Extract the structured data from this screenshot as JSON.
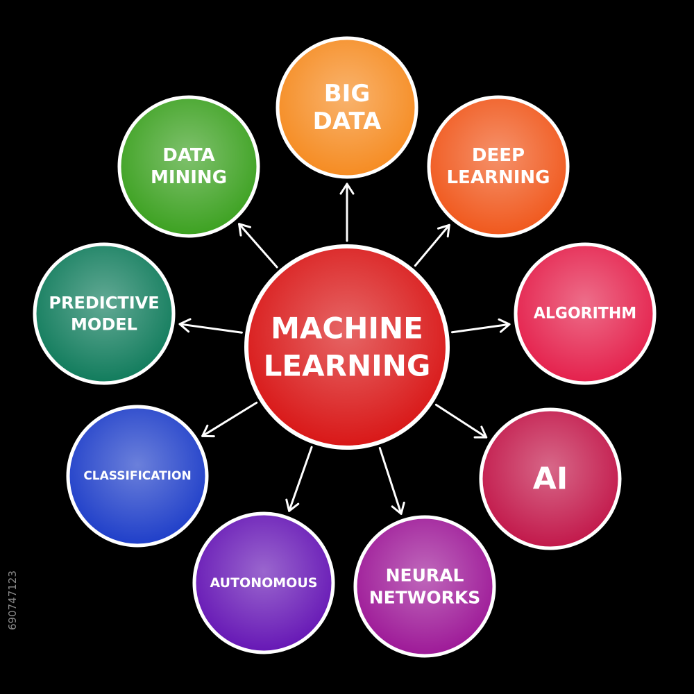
{
  "diagram": {
    "center": {
      "line1": "MACHINE",
      "line2": "LEARNING",
      "color": "#d81414"
    },
    "nodes": [
      {
        "id": "big-data",
        "line1": "BIG",
        "line2": "DATA",
        "color": "#f58a1f"
      },
      {
        "id": "deep-learning",
        "line1": "DEEP",
        "line2": "LEARNING",
        "color": "#f0561a"
      },
      {
        "id": "algorithm",
        "line1": "ALGORITHM",
        "line2": "",
        "color": "#e41e4a"
      },
      {
        "id": "ai",
        "line1": "AI",
        "line2": "",
        "color": "#c11548"
      },
      {
        "id": "neural-networks",
        "line1": "NEURAL",
        "line2": "NETWORKS",
        "color": "#9c1696"
      },
      {
        "id": "autonomous",
        "line1": "AUTONOMOUS",
        "line2": "",
        "color": "#6414b4"
      },
      {
        "id": "classification",
        "line1": "CLASSIFICATION",
        "line2": "",
        "color": "#1c3cc8"
      },
      {
        "id": "predictive-model",
        "line1": "PREDICTIVE",
        "line2": "MODEL",
        "color": "#0e7a5a"
      },
      {
        "id": "data-mining",
        "line1": "DATA",
        "line2": "MINING",
        "color": "#3aa01e"
      }
    ]
  },
  "watermark": {
    "stock_id": "690747123"
  }
}
